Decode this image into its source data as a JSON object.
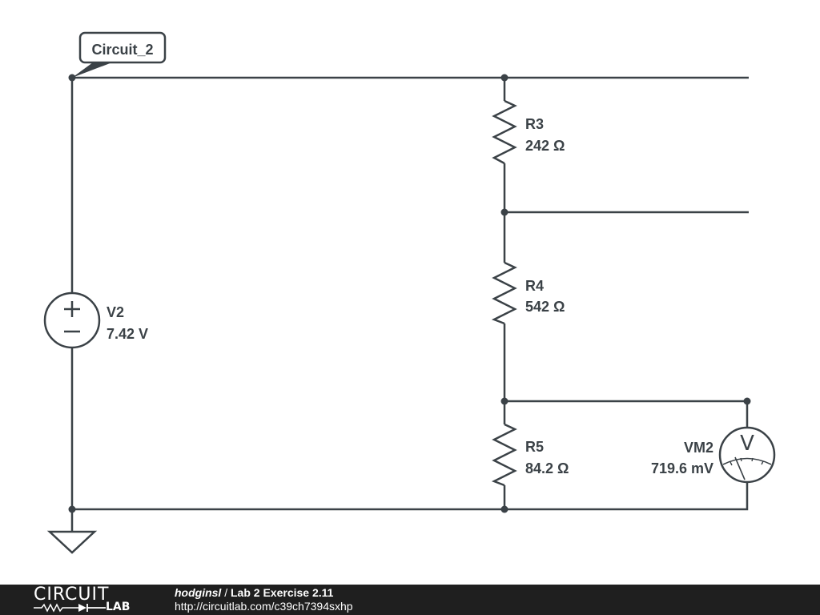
{
  "circuit_name": "Circuit_2",
  "components": {
    "v2": {
      "ref": "V2",
      "value": "7.42 V"
    },
    "r3": {
      "ref": "R3",
      "value": "242 Ω"
    },
    "r4": {
      "ref": "R4",
      "value": "542 Ω"
    },
    "r5": {
      "ref": "R5",
      "value": "84.2 Ω"
    },
    "vm2": {
      "ref": "VM2",
      "value": "719.6 mV",
      "glyph": "V"
    }
  },
  "footer": {
    "logo_top": "CIRCUIT",
    "logo_bottom": "LAB",
    "author": "hodginsl",
    "separator": " / ",
    "title": "Lab 2 Exercise 2.11",
    "url": "http://circuitlab.com/c39ch7394sxhp"
  }
}
